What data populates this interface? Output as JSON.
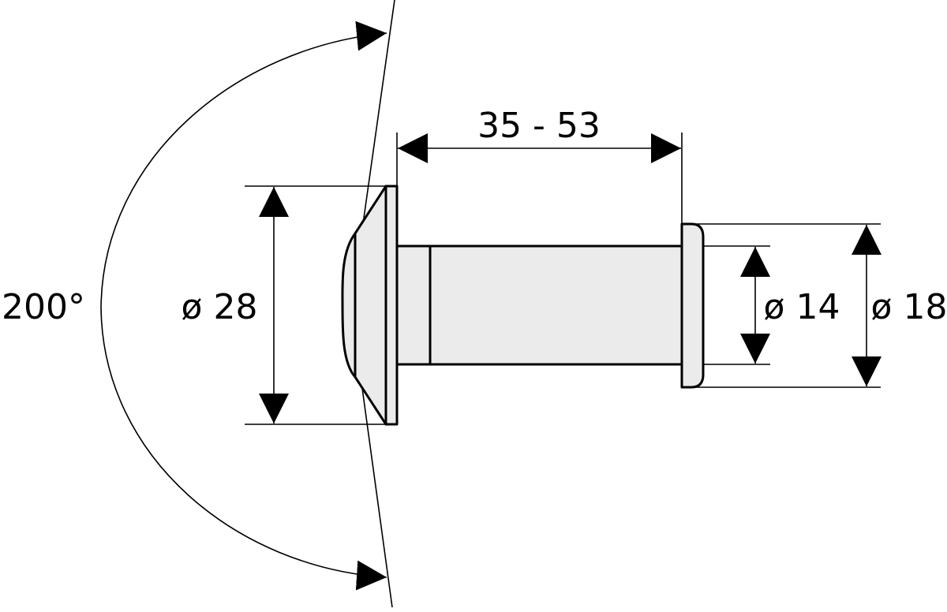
{
  "diagram": {
    "angle_label": "200°",
    "length_label": "35 - 53",
    "flange_diameter_label": "ø 28",
    "tube_diameter_label": "ø 14",
    "cap_diameter_label": "ø 18",
    "colors": {
      "line": "#000000",
      "fill": "#ebebeb",
      "background": "#ffffff"
    }
  }
}
